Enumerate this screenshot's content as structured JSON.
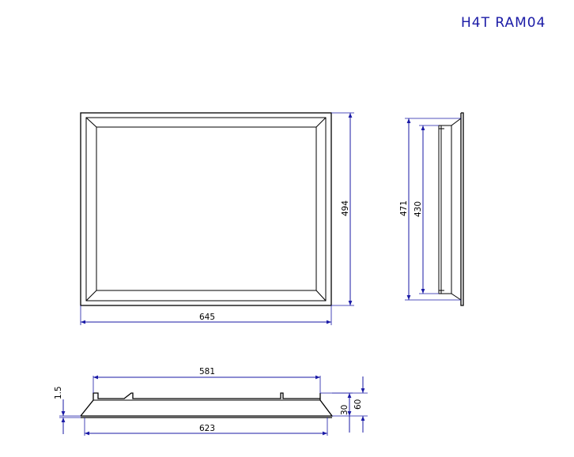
{
  "drawing_code": "H4T RAM04",
  "front_view": {
    "width_dim": "645",
    "height_dim": "494"
  },
  "side_view": {
    "outer_height_dim": "471",
    "inner_height_dim": "430"
  },
  "bottom_view": {
    "top_width_dim": "581",
    "bottom_width_dim": "623",
    "thickness_dim": "1.5",
    "lip_height_dim": "30",
    "total_height_dim": "60"
  },
  "colors": {
    "dimension": "#1a1aa6",
    "outline": "#000000"
  }
}
